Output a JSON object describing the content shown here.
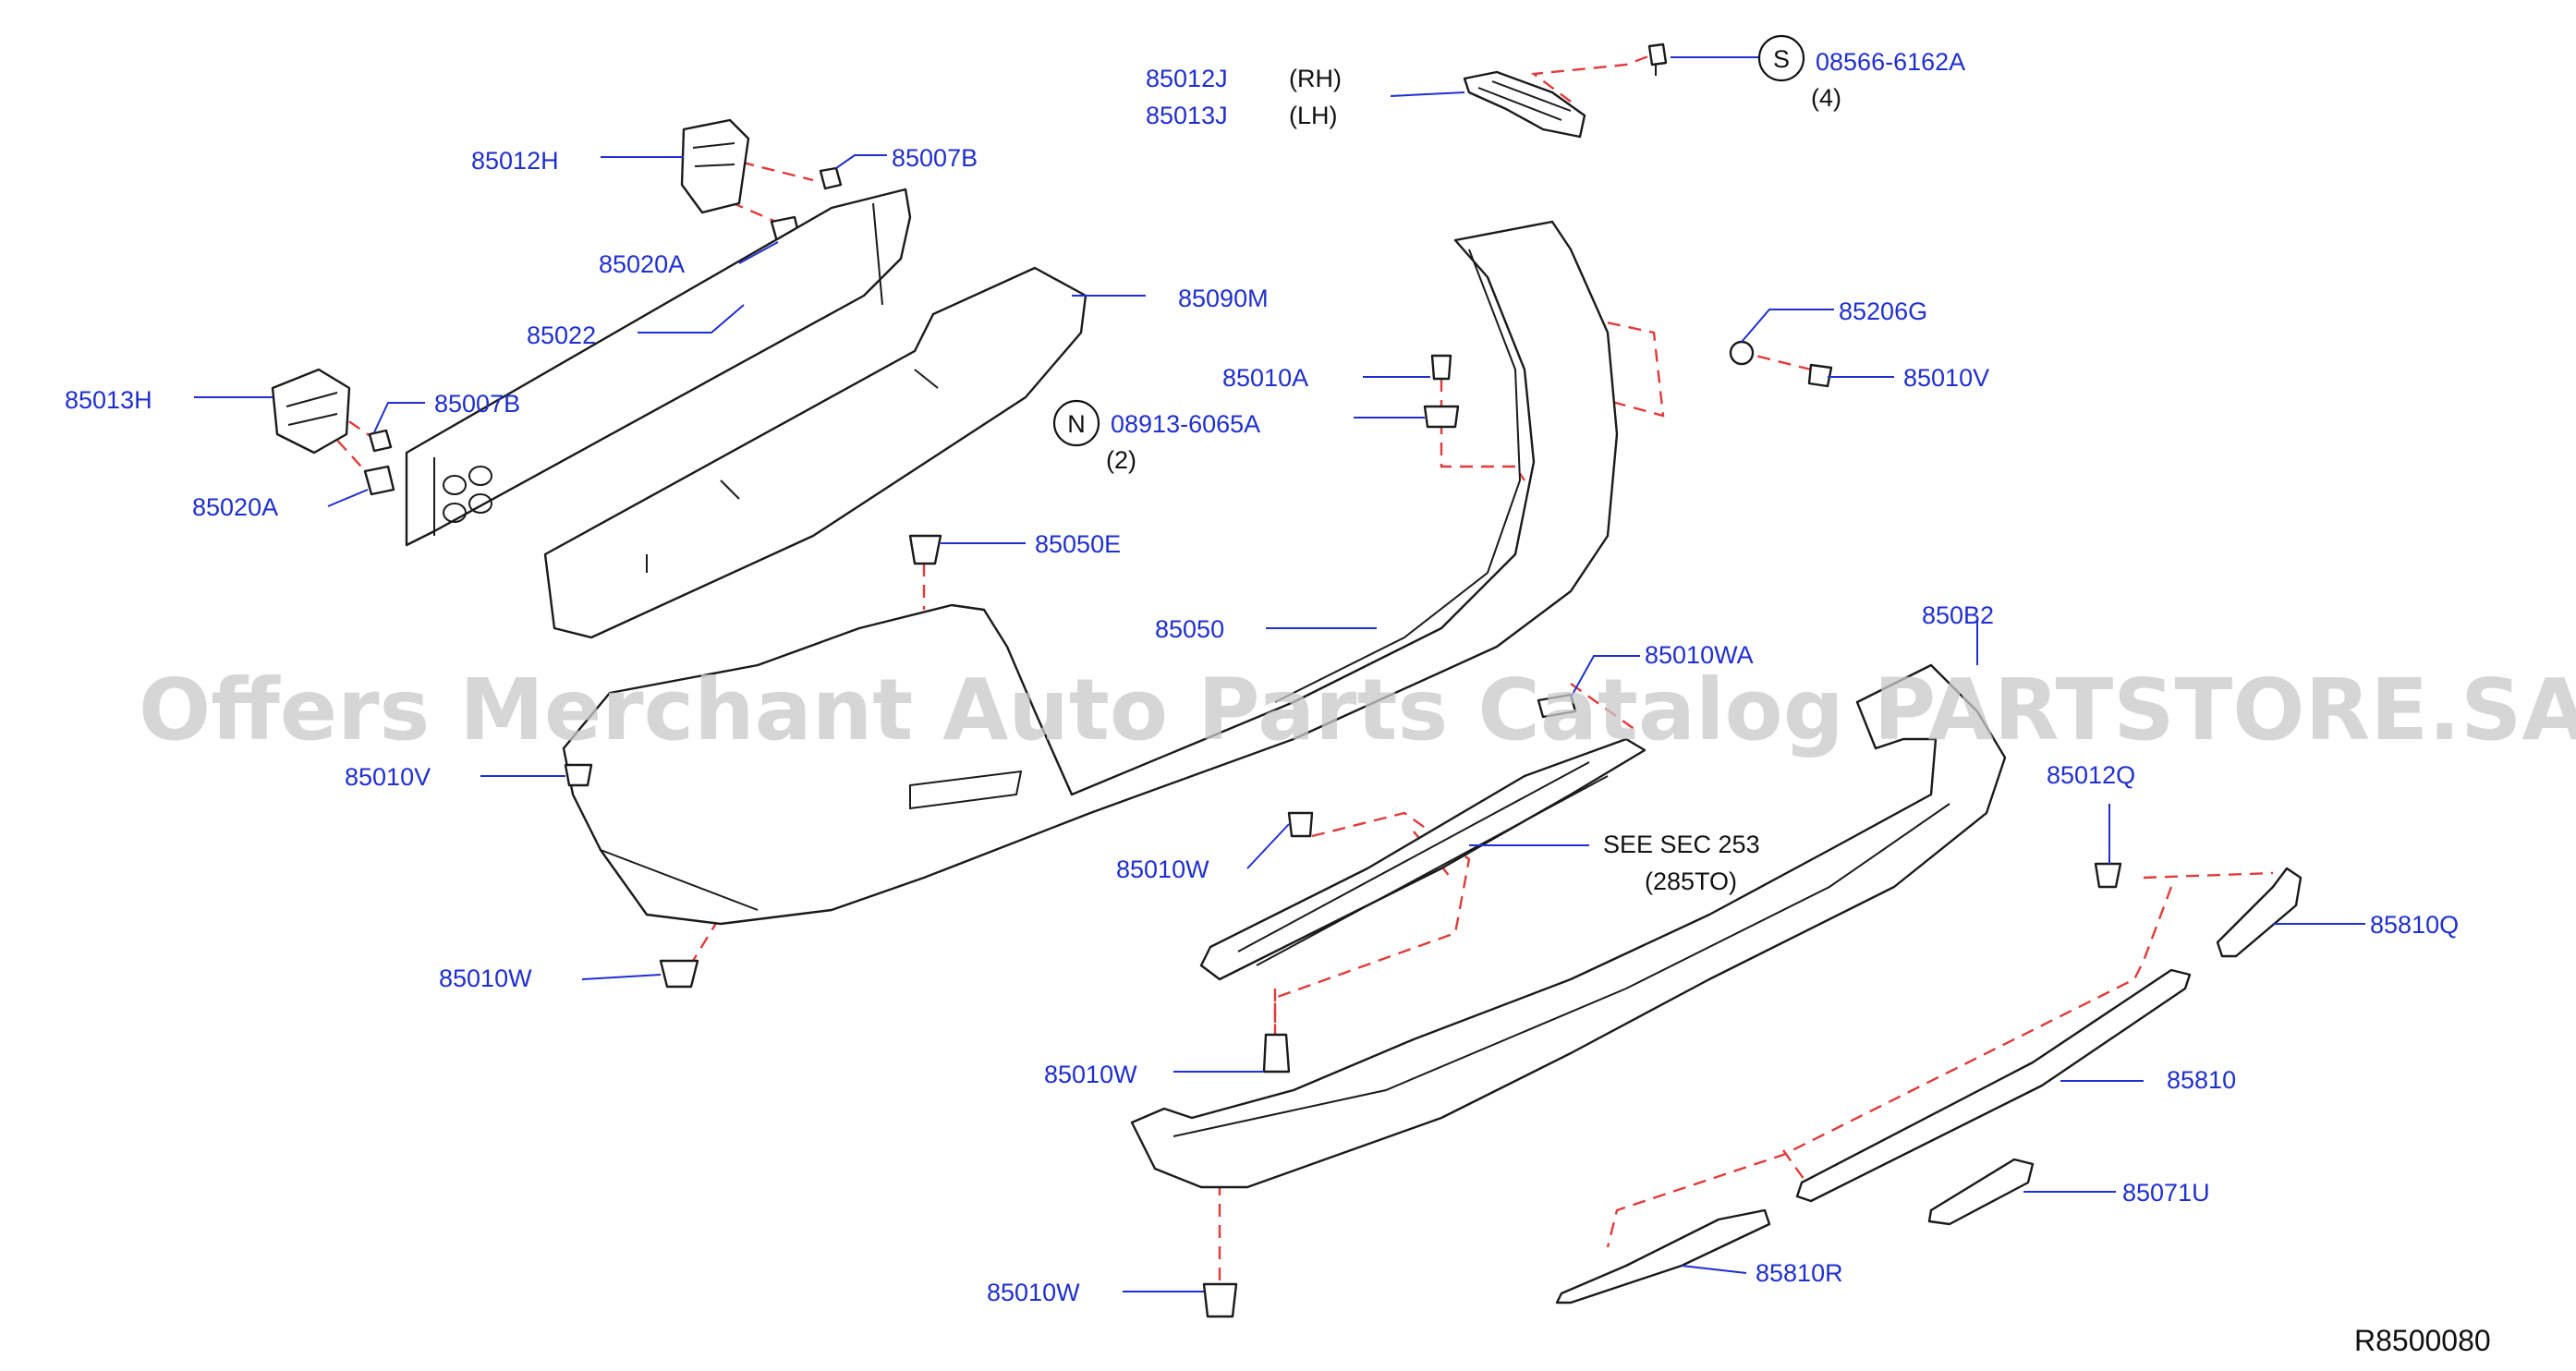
{
  "diagram": {
    "watermark": "Offers Merchant Auto Parts Catalog PARTSTORE.SA",
    "reference_code": "R8500080",
    "labels": {
      "p85012J": "85012J",
      "rh": "(RH)",
      "p85013J": "85013J",
      "lh": "(LH)",
      "p08566": "08566-6162A",
      "qty4": "(4)",
      "sym_s": "S",
      "p85012H": "85012H",
      "p85007B_top": "85007B",
      "p85020A_top": "85020A",
      "p85022": "85022",
      "p85090M": "85090M",
      "p85013H": "85013H",
      "p85007B_bot": "85007B",
      "p85020A_bot": "85020A",
      "p85010A": "85010A",
      "sym_n": "N",
      "p08913": "08913-6065A",
      "qty2": "(2)",
      "p85206G": "85206G",
      "p85010V_right": "85010V",
      "p85050E": "85050E",
      "p85050": "85050",
      "p850B2": "850B2",
      "p85010WA": "85010WA",
      "p85010V_left": "85010V",
      "p85012Q": "85012Q",
      "see_sec": "SEE   SEC   253",
      "sec_code": "(285TO)",
      "p85010W_mid": "85010W",
      "p85810Q": "85810Q",
      "p85010W_left": "85010W",
      "p85810": "85810",
      "p85010W_center": "85010W",
      "p85071U": "85071U",
      "p85810R": "85810R",
      "p85010W_bottom": "85010W"
    }
  }
}
